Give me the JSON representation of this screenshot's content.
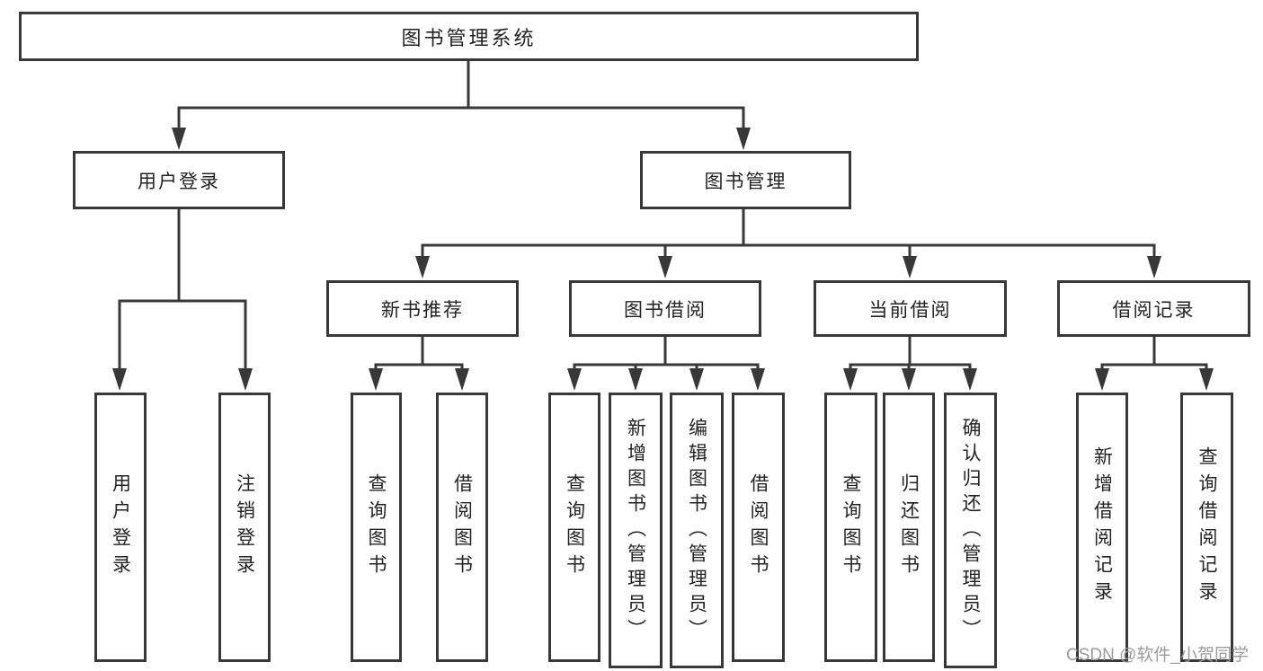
{
  "diagram": {
    "root": {
      "label": "图书管理系统"
    },
    "branches": [
      {
        "label": "用户登录",
        "children": [
          {
            "label": "用户登录"
          },
          {
            "label": "注销登录"
          }
        ]
      },
      {
        "label": "图书管理",
        "groups": [
          {
            "label": "新书推荐",
            "children": [
              {
                "label": "查询图书"
              },
              {
                "label": "借阅图书"
              }
            ]
          },
          {
            "label": "图书借阅",
            "children": [
              {
                "label": "查询图书"
              },
              {
                "label": "新增图书（管理员）"
              },
              {
                "label": "编辑图书（管理员）"
              },
              {
                "label": "借阅图书"
              }
            ]
          },
          {
            "label": "当前借阅",
            "children": [
              {
                "label": "查询图书"
              },
              {
                "label": "归还图书"
              },
              {
                "label": "确认归还（管理员）"
              }
            ]
          },
          {
            "label": "借阅记录",
            "children": [
              {
                "label": "新增借阅记录"
              },
              {
                "label": "查询借阅记录"
              }
            ]
          }
        ]
      }
    ],
    "watermark": "CSDN @软件_小贺同学",
    "colors": {
      "line": "#383838",
      "text": "#232323",
      "watermark": "#9b9b9b",
      "background": "#ffffff"
    }
  }
}
